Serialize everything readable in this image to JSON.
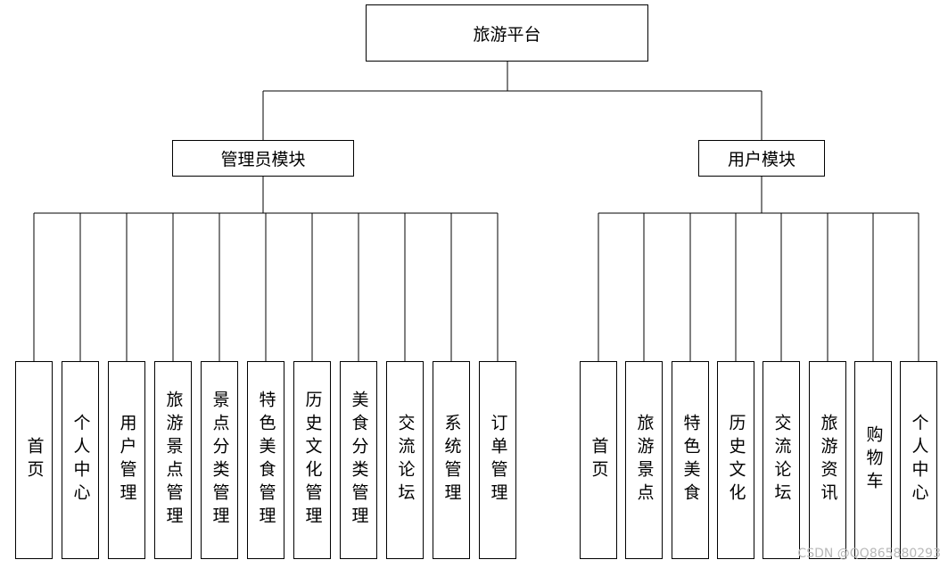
{
  "root": {
    "label": "旅游平台"
  },
  "admin": {
    "label": "管理员模块",
    "items": [
      "首页",
      "个人中心",
      "用户管理",
      "旅游景点管理",
      "景点分类管理",
      "特色美食管理",
      "历史文化管理",
      "美食分类管理",
      "交流论坛",
      "系统管理",
      "订单管理"
    ]
  },
  "user": {
    "label": "用户模块",
    "items": [
      "首页",
      "旅游景点",
      "特色美食",
      "历史文化",
      "交流论坛",
      "旅游资讯",
      "购物车",
      "个人中心"
    ]
  },
  "watermark": "CSDN @QQ865880293"
}
